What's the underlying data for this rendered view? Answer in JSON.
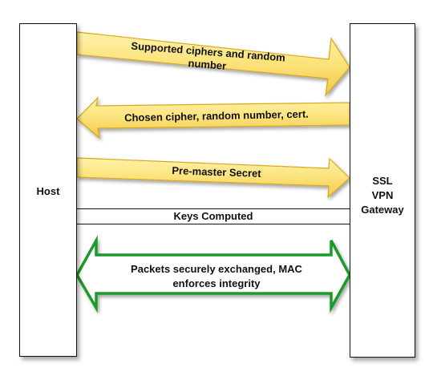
{
  "entities": {
    "host": "Host",
    "gateway": "SSL\nVPN\nGateway"
  },
  "messages": {
    "supported_ciphers": "Supported ciphers and random number",
    "chosen_cipher": "Chosen cipher, random number, cert.",
    "pre_master": "Pre-master Secret",
    "keys_computed": "Keys Computed",
    "packets": "Packets securely exchanged, MAC enforces integrity"
  },
  "colors": {
    "arrow_fill": "#fbe27a",
    "arrow_stroke": "#d9a81a",
    "secure_stroke": "#1a9a2a"
  }
}
